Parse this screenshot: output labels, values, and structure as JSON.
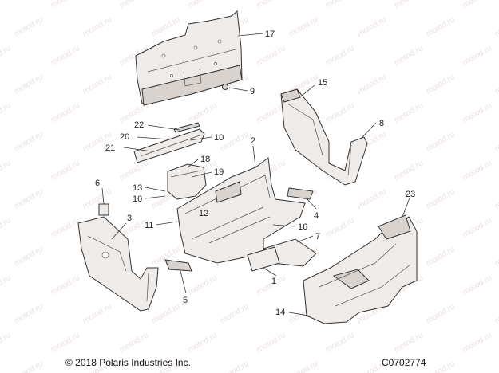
{
  "callouts": {
    "n1": "1",
    "n2": "2",
    "n3": "3",
    "n4": "4",
    "n5": "5",
    "n6": "6",
    "n7": "7",
    "n8": "8",
    "n9": "9",
    "n10a": "10",
    "n10b": "10",
    "n11": "11",
    "n12": "12",
    "n13": "13",
    "n14": "14",
    "n15": "15",
    "n16": "16",
    "n17": "17",
    "n18": "18",
    "n19": "19",
    "n20": "20",
    "n21": "21",
    "n22": "22",
    "n23": "23"
  },
  "watermark": "motod.ru",
  "footer": {
    "copyright": "© 2018 Polaris Industries Inc.",
    "code": "C0702774"
  }
}
